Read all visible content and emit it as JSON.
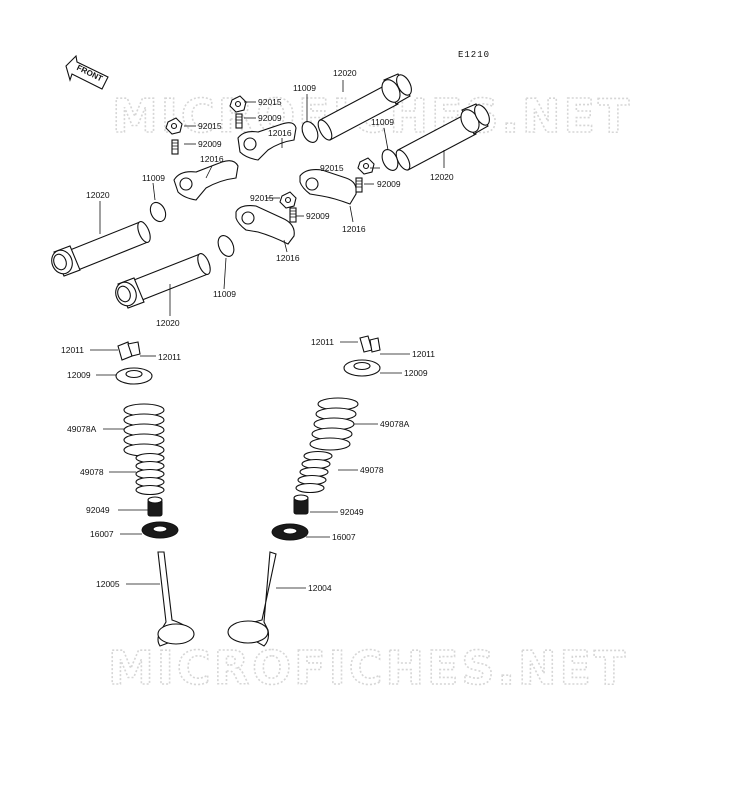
{
  "diagram_code": "E1210",
  "front_label": "FRONT",
  "watermarks": [
    "MICROFICHES.NET",
    "MICROFICHES.NET"
  ],
  "parts": [
    {
      "id": "p-12020-a",
      "label": "12020"
    },
    {
      "id": "p-11009-a",
      "label": "11009"
    },
    {
      "id": "p-92015-a",
      "label": "92015"
    },
    {
      "id": "p-92009-a",
      "label": "92009"
    },
    {
      "id": "p-92015-b",
      "label": "92015"
    },
    {
      "id": "p-92009-b",
      "label": "92009"
    },
    {
      "id": "p-12016-a",
      "label": "12016"
    },
    {
      "id": "p-12016-b",
      "label": "12016"
    },
    {
      "id": "p-11009-b",
      "label": "11009"
    },
    {
      "id": "p-12020-b",
      "label": "12020"
    },
    {
      "id": "p-92015-c",
      "label": "92015"
    },
    {
      "id": "p-92009-c",
      "label": "92009"
    },
    {
      "id": "p-12016-c",
      "label": "12016"
    },
    {
      "id": "p-92015-d",
      "label": "92015"
    },
    {
      "id": "p-92009-d",
      "label": "92009"
    },
    {
      "id": "p-12016-d",
      "label": "12016"
    },
    {
      "id": "p-11009-c",
      "label": "11009"
    },
    {
      "id": "p-12020-c",
      "label": "12020"
    },
    {
      "id": "p-11009-d",
      "label": "11009"
    },
    {
      "id": "p-12020-d",
      "label": "12020"
    },
    {
      "id": "p-12011-a",
      "label": "12011"
    },
    {
      "id": "p-12011-b",
      "label": "12011"
    },
    {
      "id": "p-12009-a",
      "label": "12009"
    },
    {
      "id": "p-49078A-a",
      "label": "49078A"
    },
    {
      "id": "p-49078-a",
      "label": "49078"
    },
    {
      "id": "p-92049-a",
      "label": "92049"
    },
    {
      "id": "p-16007-a",
      "label": "16007"
    },
    {
      "id": "p-12005",
      "label": "12005"
    },
    {
      "id": "p-12011-c",
      "label": "12011"
    },
    {
      "id": "p-12011-d",
      "label": "12011"
    },
    {
      "id": "p-12009-b",
      "label": "12009"
    },
    {
      "id": "p-49078A-b",
      "label": "49078A"
    },
    {
      "id": "p-49078-b",
      "label": "49078"
    },
    {
      "id": "p-92049-b",
      "label": "92049"
    },
    {
      "id": "p-16007-b",
      "label": "16007"
    },
    {
      "id": "p-12004",
      "label": "12004"
    }
  ]
}
